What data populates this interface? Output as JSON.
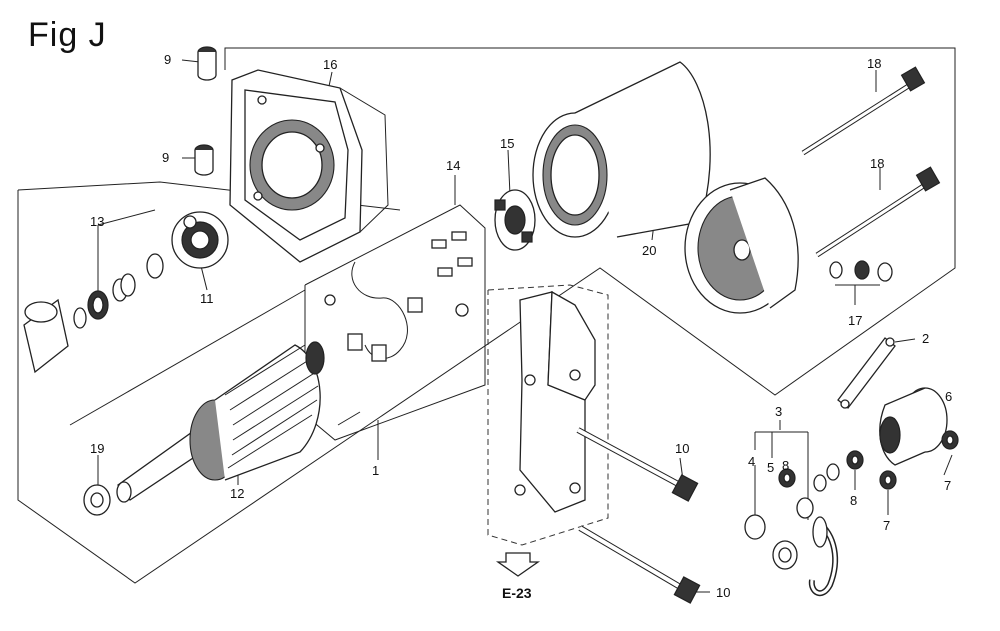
{
  "figure": {
    "title": "Fig J",
    "reference_link": "E-23"
  },
  "callouts": [
    {
      "id": "c1",
      "label": "1"
    },
    {
      "id": "c2",
      "label": "2"
    },
    {
      "id": "c3",
      "label": "3"
    },
    {
      "id": "c4",
      "label": "4"
    },
    {
      "id": "c5",
      "label": "5"
    },
    {
      "id": "c6",
      "label": "6"
    },
    {
      "id": "c7a",
      "label": "7"
    },
    {
      "id": "c7b",
      "label": "7"
    },
    {
      "id": "c8a",
      "label": "8"
    },
    {
      "id": "c8b",
      "label": "8"
    },
    {
      "id": "c9a",
      "label": "9"
    },
    {
      "id": "c9b",
      "label": "9"
    },
    {
      "id": "c10a",
      "label": "10"
    },
    {
      "id": "c10b",
      "label": "10"
    },
    {
      "id": "c11",
      "label": "11"
    },
    {
      "id": "c12",
      "label": "12"
    },
    {
      "id": "c13",
      "label": "13"
    },
    {
      "id": "c14",
      "label": "14"
    },
    {
      "id": "c15",
      "label": "15"
    },
    {
      "id": "c16",
      "label": "16"
    },
    {
      "id": "c17",
      "label": "17"
    },
    {
      "id": "c18a",
      "label": "18"
    },
    {
      "id": "c18b",
      "label": "18"
    },
    {
      "id": "c19",
      "label": "19"
    },
    {
      "id": "c20",
      "label": "20"
    }
  ]
}
